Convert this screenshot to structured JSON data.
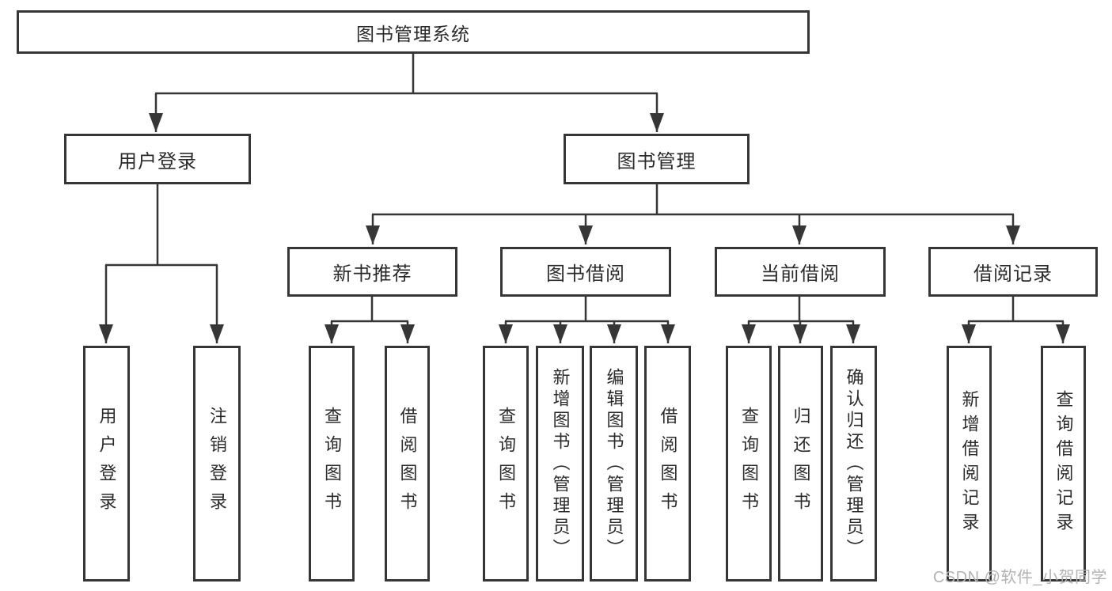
{
  "colors": {
    "line": "#363636",
    "text": "#2b2b2b",
    "watermark_gray": "#b3b3b3",
    "background": "#ffffff"
  },
  "watermark": {
    "text": "CSDN @软件_小贺同学"
  },
  "root": {
    "label": "图书管理系统"
  },
  "level2": [
    {
      "label": "用户登录"
    },
    {
      "label": "图书管理"
    }
  ],
  "level3": [
    {
      "label": "新书推荐"
    },
    {
      "label": "图书借阅"
    },
    {
      "label": "当前借阅"
    },
    {
      "label": "借阅记录"
    }
  ],
  "leaves": {
    "login": [
      "用户登录",
      "注销登录"
    ],
    "newbook": [
      "查询图书",
      "借阅图书"
    ],
    "borrow": [
      "查询图书",
      "新增图书（管理员）",
      "编辑图书（管理员）",
      "借阅图书"
    ],
    "current": [
      "查询图书",
      "归还图书",
      "确认归还（管理员）"
    ],
    "record": [
      "新增借阅记录",
      "查询借阅记录"
    ]
  }
}
